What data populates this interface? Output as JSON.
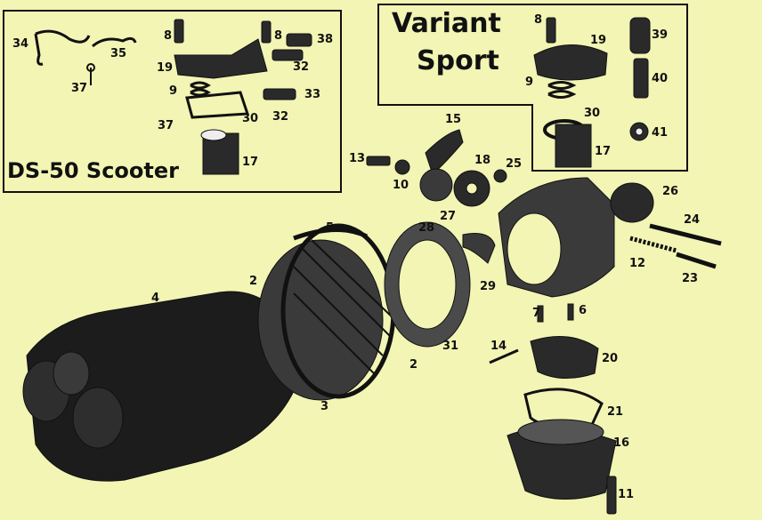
{
  "diagram": {
    "insets": {
      "ds50": {
        "title": "DS-50 Scooter"
      },
      "variant": {
        "title_line1": "Variant",
        "title_line2": "Sport"
      }
    },
    "callouts": {
      "c34": "34",
      "c35": "35",
      "c37a": "37",
      "c8a": "8",
      "c8b": "8",
      "c38": "38",
      "c19a": "19",
      "c32a": "32",
      "c9a": "9",
      "c33": "33",
      "c37b": "37",
      "c30a": "30",
      "c32b": "32",
      "c17a": "17",
      "c8c": "8",
      "c19b": "19",
      "c39": "39",
      "c40": "40",
      "c9b": "9",
      "c30b": "30",
      "c41": "41",
      "c17b": "17",
      "c15": "15",
      "c13": "13",
      "c18": "18",
      "c25": "25",
      "c10": "10",
      "c26": "26",
      "c5": "5",
      "c28": "28",
      "c27": "27",
      "c24": "24",
      "c12": "12",
      "c23": "23",
      "c29": "29",
      "c4": "4",
      "c2a": "2",
      "c7": "7",
      "c6": "6",
      "c31": "31",
      "c14": "14",
      "c20": "20",
      "c2b": "2",
      "c3": "3",
      "c21": "21",
      "c16": "16",
      "c11": "11"
    }
  }
}
